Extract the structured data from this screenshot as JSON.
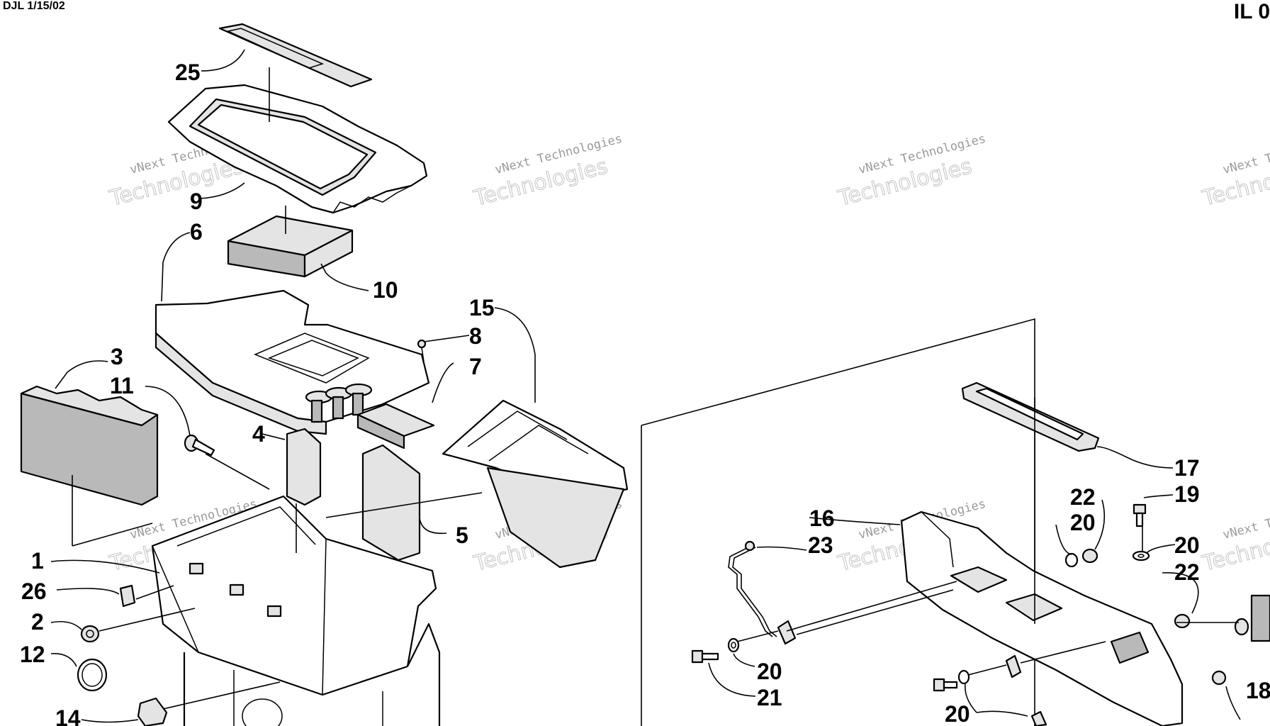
{
  "header": {
    "left_text": "DJL 1/15/02",
    "right_text": "IL 0"
  },
  "watermark": {
    "line1": "vNext Technologies",
    "line2": "Technologies",
    "line3": "vNext"
  },
  "callouts": [
    "25",
    "9",
    "6",
    "10",
    "15",
    "8",
    "3",
    "7",
    "11",
    "4",
    "5",
    "1",
    "26",
    "2",
    "12",
    "14",
    "17",
    "22",
    "19",
    "20",
    "16",
    "23",
    "20",
    "22",
    "20",
    "21",
    "20",
    "18"
  ]
}
